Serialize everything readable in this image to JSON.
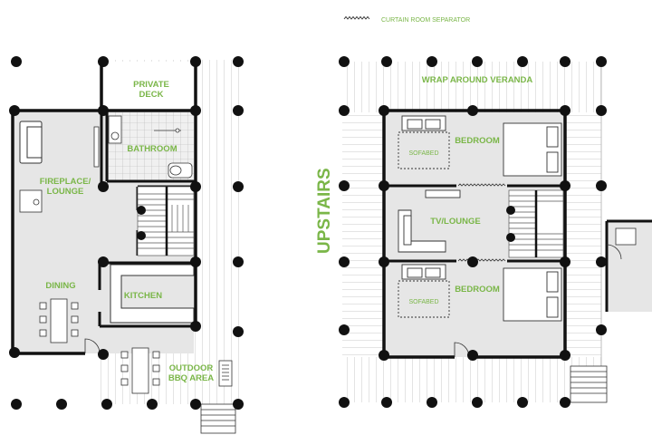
{
  "legend": {
    "icon": "zigzag-line-icon",
    "text": "CURTAIN ROOM SEPARATOR"
  },
  "colors": {
    "label": "#7ab648",
    "wall": "#111111",
    "floor": "#e6e6e6",
    "deck": "#ffffff",
    "line": "#bcbcbc"
  },
  "ground_floor": {
    "private_deck_line1": "PRIVATE",
    "private_deck_line2": "DECK",
    "bathroom": "BATHROOM",
    "fireplace_line1": "FIREPLACE/",
    "fireplace_line2": "LOUNGE",
    "dining": "DINING",
    "kitchen": "KITCHEN",
    "outdoor_line1": "OUTDOOR",
    "outdoor_line2": "BBQ AREA"
  },
  "upstairs": {
    "title": "UPSTAIRS",
    "veranda": "WRAP AROUND VERANDA",
    "bedroom_top": "BEDROOM",
    "sofabed_top": "SOFABED",
    "tv_lounge": "TV/LOUNGE",
    "bedroom_bottom": "BEDROOM",
    "sofabed_bottom": "SOFABED"
  }
}
